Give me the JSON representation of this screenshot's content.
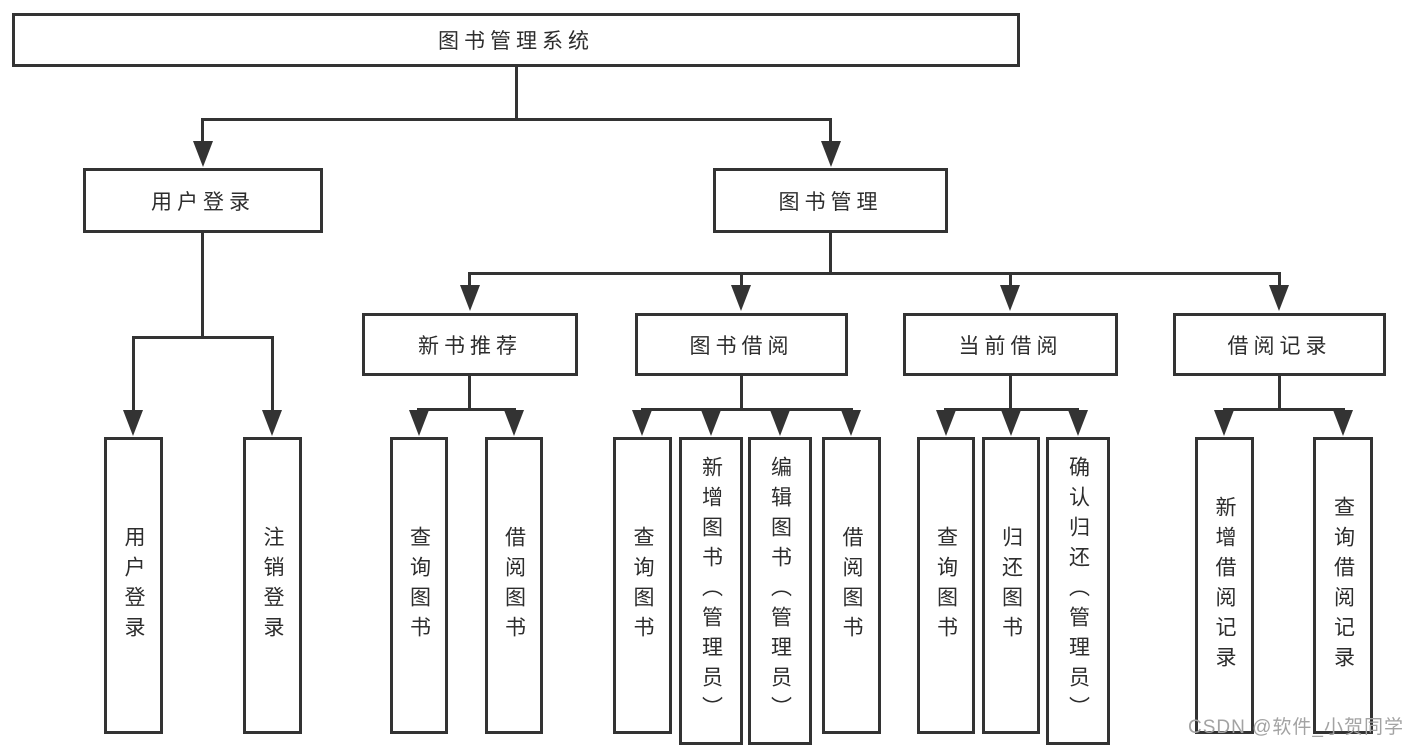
{
  "tree": {
    "label": "图书管理系统",
    "children": [
      {
        "label": "用户登录",
        "children": [
          {
            "label": "用户登录"
          },
          {
            "label": "注销登录"
          }
        ]
      },
      {
        "label": "图书管理",
        "children": [
          {
            "label": "新书推荐",
            "children": [
              {
                "label": "查询图书"
              },
              {
                "label": "借阅图书"
              }
            ]
          },
          {
            "label": "图书借阅",
            "children": [
              {
                "label": "查询图书"
              },
              {
                "label": "新增图书（管理员）"
              },
              {
                "label": "编辑图书（管理员）"
              },
              {
                "label": "借阅图书"
              }
            ]
          },
          {
            "label": "当前借阅",
            "children": [
              {
                "label": "查询图书"
              },
              {
                "label": "归还图书"
              },
              {
                "label": "确认归还（管理员）"
              }
            ]
          },
          {
            "label": "借阅记录",
            "children": [
              {
                "label": "新增借阅记录"
              },
              {
                "label": "查询借阅记录"
              }
            ]
          }
        ]
      }
    ]
  },
  "watermark": {
    "text": "CSDN @软件_小贺同学"
  },
  "colors": {
    "line": "#333333",
    "text": "#2d2d2d",
    "background": "#ffffff",
    "watermark": "#a3a3a3"
  }
}
